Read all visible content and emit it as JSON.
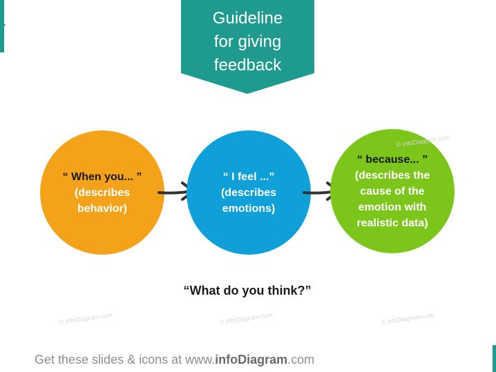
{
  "banner": {
    "title_lines": [
      "Guideline",
      "for giving",
      "feedback"
    ],
    "color": "#1e9a8f"
  },
  "steps": [
    {
      "quote": "“ When you... ”",
      "desc_lines": [
        "(describes",
        "behavior)"
      ],
      "color": "#f5a21b"
    },
    {
      "quote": "“ I feel ...”",
      "desc_lines": [
        "(describes",
        "emotions)"
      ],
      "color": "#0f9fd9"
    },
    {
      "quote": "“ because... ”",
      "desc_lines": [
        "(describes the",
        "cause of the",
        "emotion with",
        "realistic data)"
      ],
      "color": "#7cc61c"
    }
  ],
  "question": "“What do you think?”",
  "watermark": "© infoDiagram.com",
  "footer": {
    "prefix": "Get these slides & icons at www.",
    "brand": "infoDiagram",
    "suffix": ".com"
  }
}
